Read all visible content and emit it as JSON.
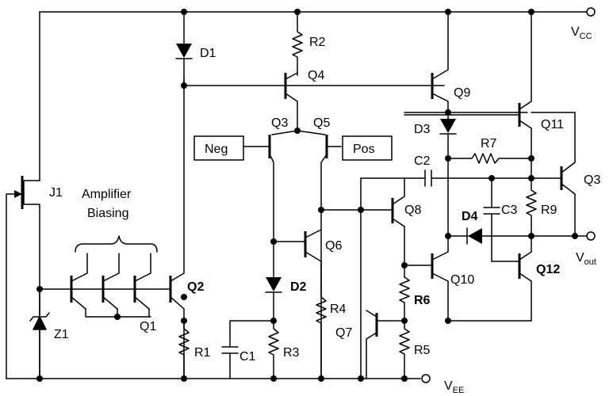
{
  "power": {
    "vcc_main": "V",
    "vcc_sub": "CC",
    "vee_main": "V",
    "vee_sub": "EE",
    "vout_main": "V",
    "vout_sub": "out"
  },
  "inputs": {
    "neg": "Neg",
    "pos": "Pos"
  },
  "annotation": {
    "line1": "Amplifier",
    "line2": "Biasing"
  },
  "components": {
    "d1": "D1",
    "d2": "D2",
    "d3": "D3",
    "d4": "D4",
    "r1": "R1",
    "r2": "R2",
    "r3": "R3",
    "r4": "R4",
    "r5": "R5",
    "r6": "R6",
    "r7": "R7",
    "r9": "R9",
    "c1": "C1",
    "c2": "C2",
    "c3": "C3",
    "q1": "Q1",
    "q2": "Q2",
    "q3_diff": "Q3",
    "q3_out": "Q3",
    "q4": "Q4",
    "q5": "Q5",
    "q6": "Q6",
    "q7": "Q7",
    "q8": "Q8",
    "q9": "Q9",
    "q10": "Q10",
    "q11": "Q11",
    "q12": "Q12",
    "j1": "J1",
    "z1": "Z1"
  }
}
